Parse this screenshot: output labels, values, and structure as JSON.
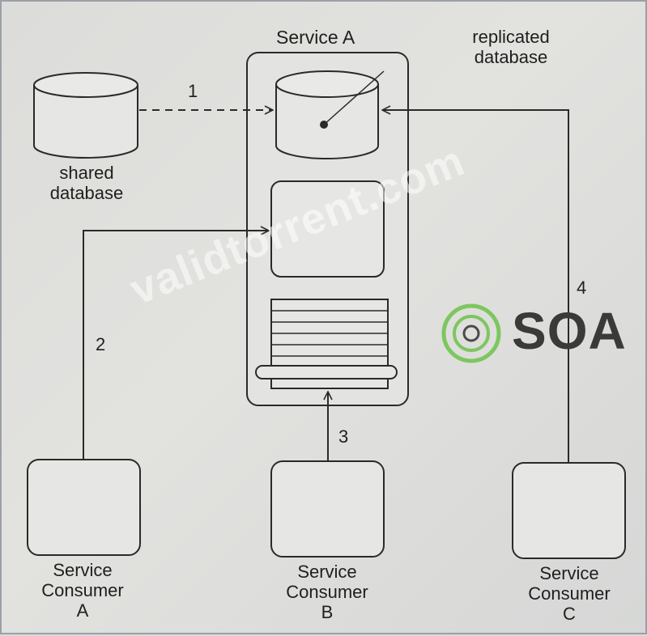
{
  "service": {
    "title": "Service A"
  },
  "replicated_db": {
    "label_line1": "replicated",
    "label_line2": "database"
  },
  "shared_db": {
    "label_line1": "shared",
    "label_line2": "database"
  },
  "arrows": {
    "n1": "1",
    "n2": "2",
    "n3": "3",
    "n4": "4"
  },
  "consumers": [
    {
      "line1": "Service",
      "line2": "Consumer",
      "line3": "A"
    },
    {
      "line1": "Service",
      "line2": "Consumer",
      "line3": "B"
    },
    {
      "line1": "Service",
      "line2": "Consumer",
      "line3": "C"
    }
  ],
  "watermarks": {
    "url": "validtorrent.com",
    "brand": "SOA"
  },
  "colors": {
    "line": "#2a2a2a",
    "box_fill": "#e4e4e2",
    "brand_green": "#6cc24a"
  }
}
